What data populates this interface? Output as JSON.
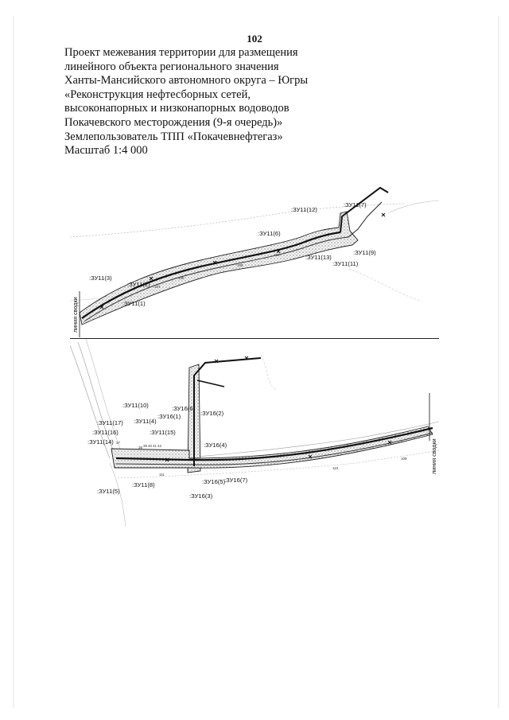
{
  "page_number": "102",
  "title_lines": [
    "Проект межевания территории для размещения",
    "линейного объекта регионального значения",
    "Ханты-Мансийского автономного округа – Югры",
    "«Реконструкция нефтесборных сетей,",
    "высоконапорных и низконапорных водоводов",
    "Покачевского месторождения (9-я очередь)»",
    "Землепользователь ТПП «Покачевнефтегаз»",
    "Масштаб 1:4 000"
  ],
  "map_top": {
    "side_label": "линия сводки",
    "parcel_labels": [
      ":ЗУ11(12)",
      ":ЗУ11(7)",
      ":ЗУ11(6)",
      ":ЗУ11(13)",
      ":ЗУ11(9)",
      ":ЗУ11(11)",
      ":ЗУ11(3)",
      ":ЗУ11(2)",
      ":ЗУ11(1)"
    ],
    "point_numbers": [
      "107",
      "106",
      "105",
      "104"
    ]
  },
  "map_bottom": {
    "side_label": "линия сводки",
    "parcel_labels": [
      ":ЗУ11(10)",
      ":ЗУ16(6)",
      ":ЗУ16(2)",
      ":ЗУ11(17)",
      ":ЗУ11(4)",
      ":ЗУ16(1)",
      ":ЗУ11(16)",
      ":ЗУ11(15)",
      ":ЗУ11(14)",
      ":ЗУ16(4)",
      ":ЗУ11(5)",
      ":ЗУ11(8)",
      ":ЗУ16(5)",
      ":ЗУ16(7)",
      ":ЗУ16(3)"
    ],
    "point_numbers": [
      "37",
      "38",
      "39",
      "40",
      "41",
      "42",
      "111",
      "110",
      "109"
    ]
  }
}
